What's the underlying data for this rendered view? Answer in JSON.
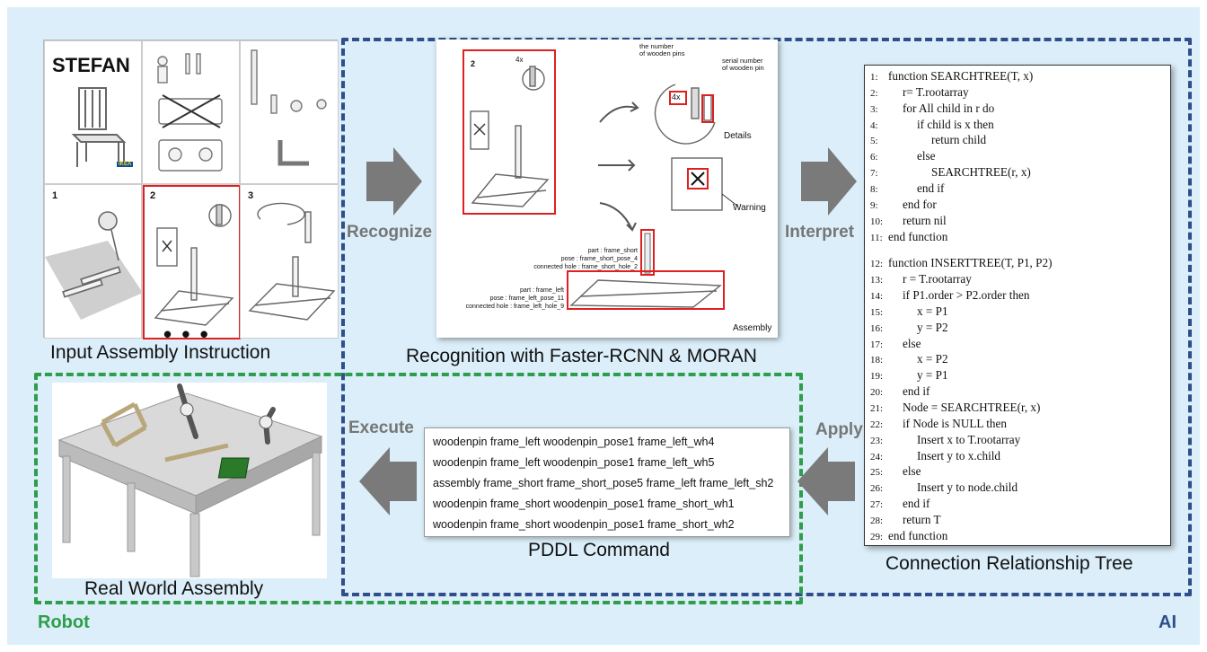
{
  "labels": {
    "input_assembly": "Input Assembly Instruction",
    "recognition": "Recognition with Faster-RCNN & MORAN",
    "connection_tree": "Connection Relationship Tree",
    "pddl_command": "PDDL Command",
    "real_world": "Real World Assembly",
    "robot_tag": "Robot",
    "ai_tag": "AI"
  },
  "arrows": {
    "recognize": "Recognize",
    "interpret": "Interpret",
    "apply": "Apply",
    "execute": "Execute"
  },
  "manual": {
    "brand": "STEFAN",
    "logo": "IKEA",
    "step1": "1",
    "step2": "2",
    "step3": "3",
    "ellipsis": "• • •"
  },
  "recognition_panel": {
    "step": "2",
    "count_mark": "4x",
    "wooden_pins_note": "the number\nof wooden pins",
    "serial_note": "serial number\nof wooden pin",
    "details": "Details",
    "warning": "Warning",
    "assembly": "Assembly",
    "short_part": "part : frame_short",
    "short_pose": "pose : frame_short_pose_4",
    "short_hole": "connected hole : frame_short_hole_2",
    "left_part": "part : frame_left",
    "left_pose": "pose : frame_left_pose_11",
    "left_hole": "connected hole : frame_left_hole_9"
  },
  "algorithm": [
    [
      "1:",
      "function SEARCHTREE(T, x)"
    ],
    [
      "2:",
      "r= T.rootarray"
    ],
    [
      "3:",
      "for All child in r do"
    ],
    [
      "4:",
      "if child is x then"
    ],
    [
      "5:",
      "return child"
    ],
    [
      "6:",
      "else"
    ],
    [
      "7:",
      "SEARCHTREE(r, x)"
    ],
    [
      "8:",
      "end if"
    ],
    [
      "9:",
      "end for"
    ],
    [
      "10:",
      "return nil"
    ],
    [
      "11:",
      "end function"
    ],
    [
      "12:",
      "function INSERTTREE(T, P1, P2)"
    ],
    [
      "13:",
      "r = T.rootarray"
    ],
    [
      "14:",
      "if P1.order > P2.order then"
    ],
    [
      "15:",
      "x = P1"
    ],
    [
      "16:",
      "y = P2"
    ],
    [
      "17:",
      "else"
    ],
    [
      "18:",
      "x = P2"
    ],
    [
      "19:",
      "y = P1"
    ],
    [
      "20:",
      "end if"
    ],
    [
      "21:",
      "Node = SEARCHTREE(r, x)"
    ],
    [
      "22:",
      "if Node is NULL then"
    ],
    [
      "23:",
      "Insert x to T.rootarray"
    ],
    [
      "24:",
      "Insert y to x.child"
    ],
    [
      "25:",
      "else"
    ],
    [
      "26:",
      "Insert y to node.child"
    ],
    [
      "27:",
      "end if"
    ],
    [
      "28:",
      "return T"
    ],
    [
      "29:",
      "end function"
    ]
  ],
  "pddl_rows": [
    "woodenpin frame_left woodenpin_pose1 frame_left_wh4",
    "woodenpin frame_left woodenpin_pose1 frame_left_wh5",
    "assembly frame_short frame_short_pose5 frame_left frame_left_sh2",
    "woodenpin frame_short woodenpin_pose1 frame_short_wh1",
    "woodenpin frame_short woodenpin_pose1 frame_short_wh2"
  ],
  "colors": {
    "background": "#dbeef9",
    "ai_border": "#2f4e8a",
    "robot_border": "#2e9e4a",
    "highlight_red": "#e02020",
    "arrow_gray": "#7a7a7a"
  }
}
